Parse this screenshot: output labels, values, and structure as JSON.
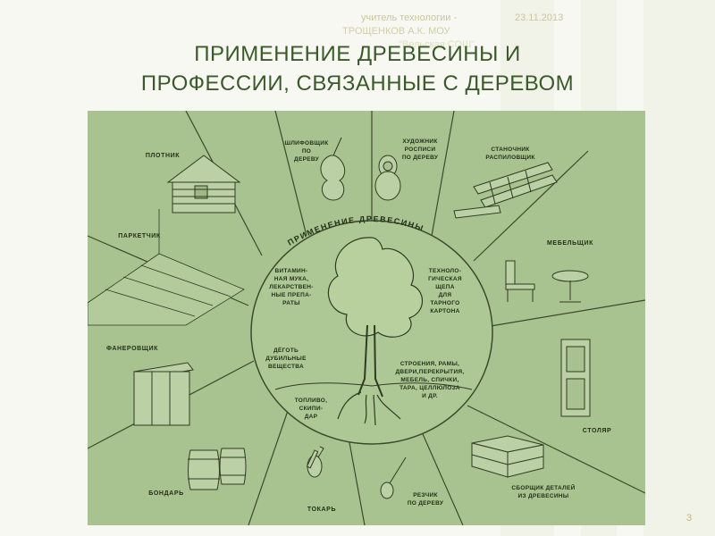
{
  "slide": {
    "author_line": "учитель технологии -",
    "date": "23.11.2013",
    "author_name_line": "ТРОЩЕНКОВ А.К.      МОУ",
    "school_line": "\"Вельская СОШ\"",
    "title_line1": "ПРИМЕНЕНИЕ ДРЕВЕСИНЫ И",
    "title_line2": "ПРОФЕССИИ, СВЯЗАННЫЕ С ДЕРЕВОМ",
    "slide_number": "3"
  },
  "diagram": {
    "center_title": "ПРИМЕНЕНИЕ ДРЕВЕСИНЫ",
    "uses": {
      "vitamin": [
        "ВИТАМИН-",
        "НАЯ МУКА,",
        "ЛЕКАРСТВЕН-",
        "НЫЕ ПРЕПА-",
        "РАТЫ"
      ],
      "techno": [
        "ТЕХНОЛО-",
        "ГИЧЕСКАЯ",
        "ЩЕПА",
        "ДЛЯ",
        "ТАРНОГО",
        "КАРТОНА"
      ],
      "tar": [
        "ДЁГОТЬ",
        "ДУБИЛЬНЫЕ",
        "ВЕЩЕСТВА"
      ],
      "buildings": [
        "СТРОЕНИЯ, РАМЫ,",
        "ДВЕРИ,ПЕРЕКРЫТИЯ,",
        "МЕБЕЛЬ, СПИЧКИ,",
        "ТАРА, ЦЕЛЛЮЛОЗА",
        "И ДР."
      ],
      "fuel": [
        "ТОПЛИВО,",
        "СКИПИ-",
        "ДАР"
      ]
    },
    "professions": {
      "plotnik": "ПЛОТНИК",
      "shlifovshik": [
        "ШЛИФОВЩИК",
        "ПО",
        "ДЕРЕВУ"
      ],
      "hudozhnik": [
        "ХУДОЖНИК",
        "РОСПИСИ",
        "ПО ДЕРЕВУ"
      ],
      "stanochnik": [
        "СТАНОЧНИК",
        "РАСПИЛОВЩИК"
      ],
      "parketchik": "ПАРКЕТЧИК",
      "mebelshik": "МЕБЕЛЬЩИК",
      "fanerovshik": "ФАНЕРОВЩИК",
      "stolyar": "СТОЛЯР",
      "bondar": "БОНДАРЬ",
      "tokar": "ТОКАРЬ",
      "rezchik": [
        "РЕЗЧИК",
        "ПО ДЕРЕВУ"
      ],
      "sborshik": [
        "СБОРЩИК ДЕТАЛЕЙ",
        "ИЗ ДРЕВЕСИНЫ"
      ]
    }
  }
}
